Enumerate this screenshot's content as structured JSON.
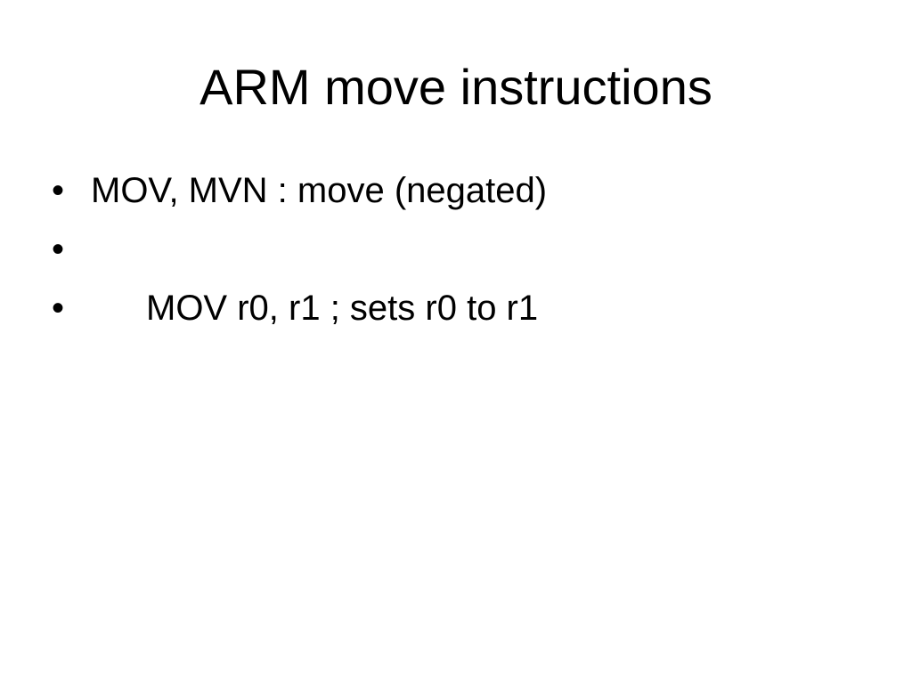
{
  "slide": {
    "title": "ARM move instructions",
    "bullet_glyph": "•",
    "bullets": [
      {
        "text": "MOV, MVN : move (negated)"
      },
      {
        "text": ""
      },
      {
        "text": "MOV r0, r1 ; sets r0 to r1"
      }
    ]
  }
}
